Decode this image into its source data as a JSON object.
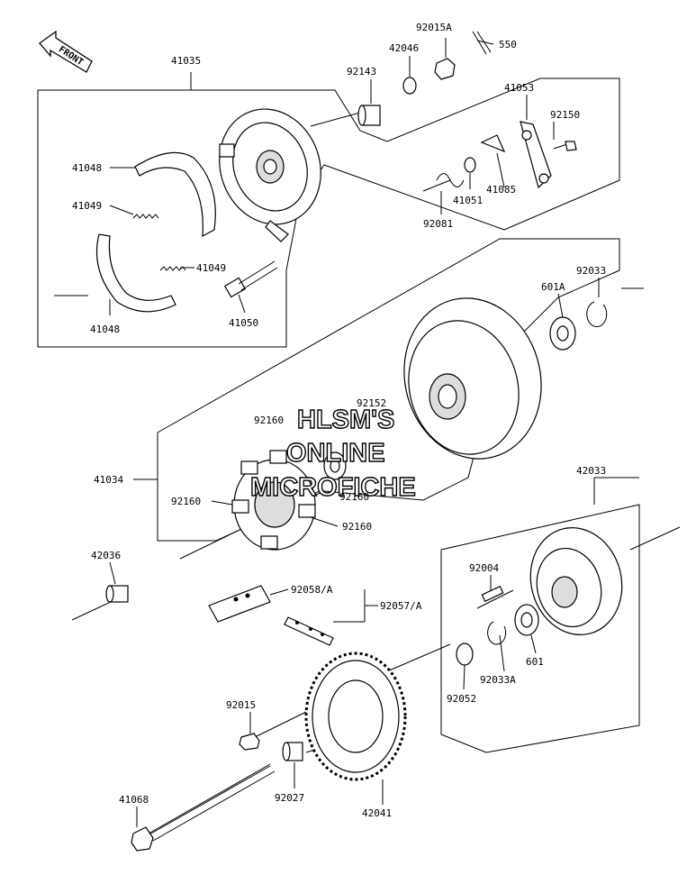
{
  "front_arrow": {
    "label": "FRONT",
    "icon": "front-direction-arrow-icon"
  },
  "labels": [
    {
      "id": "41035",
      "text": "41035"
    },
    {
      "id": "92015A",
      "text": "92015A"
    },
    {
      "id": "42046",
      "text": "42046"
    },
    {
      "id": "550",
      "text": "550"
    },
    {
      "id": "92143",
      "text": "92143"
    },
    {
      "id": "41053",
      "text": "41053"
    },
    {
      "id": "92150",
      "text": "92150"
    },
    {
      "id": "41048a",
      "text": "41048"
    },
    {
      "id": "41049a",
      "text": "41049"
    },
    {
      "id": "41049b",
      "text": "41049"
    },
    {
      "id": "41048b",
      "text": "41048"
    },
    {
      "id": "41050",
      "text": "41050"
    },
    {
      "id": "41051",
      "text": "41051"
    },
    {
      "id": "41085",
      "text": "41085"
    },
    {
      "id": "92081",
      "text": "92081"
    },
    {
      "id": "601A",
      "text": "601A"
    },
    {
      "id": "92033",
      "text": "92033"
    },
    {
      "id": "92152",
      "text": "92152"
    },
    {
      "id": "92160a",
      "text": "92160"
    },
    {
      "id": "92160b",
      "text": "92160"
    },
    {
      "id": "92160c",
      "text": "92160"
    },
    {
      "id": "92160d",
      "text": "92160"
    },
    {
      "id": "41034",
      "text": "41034"
    },
    {
      "id": "42033",
      "text": "42033"
    },
    {
      "id": "42036",
      "text": "42036"
    },
    {
      "id": "92004",
      "text": "92004"
    },
    {
      "id": "92058A",
      "text": "92058/A"
    },
    {
      "id": "92057A",
      "text": "92057/A"
    },
    {
      "id": "601",
      "text": "601"
    },
    {
      "id": "92033A",
      "text": "92033A"
    },
    {
      "id": "92052",
      "text": "92052"
    },
    {
      "id": "92015",
      "text": "92015"
    },
    {
      "id": "92027",
      "text": "92027"
    },
    {
      "id": "42041",
      "text": "42041"
    },
    {
      "id": "41068",
      "text": "41068"
    }
  ],
  "watermark": [
    "HLSM'S",
    "ONLINE",
    "MICROFICHE"
  ]
}
